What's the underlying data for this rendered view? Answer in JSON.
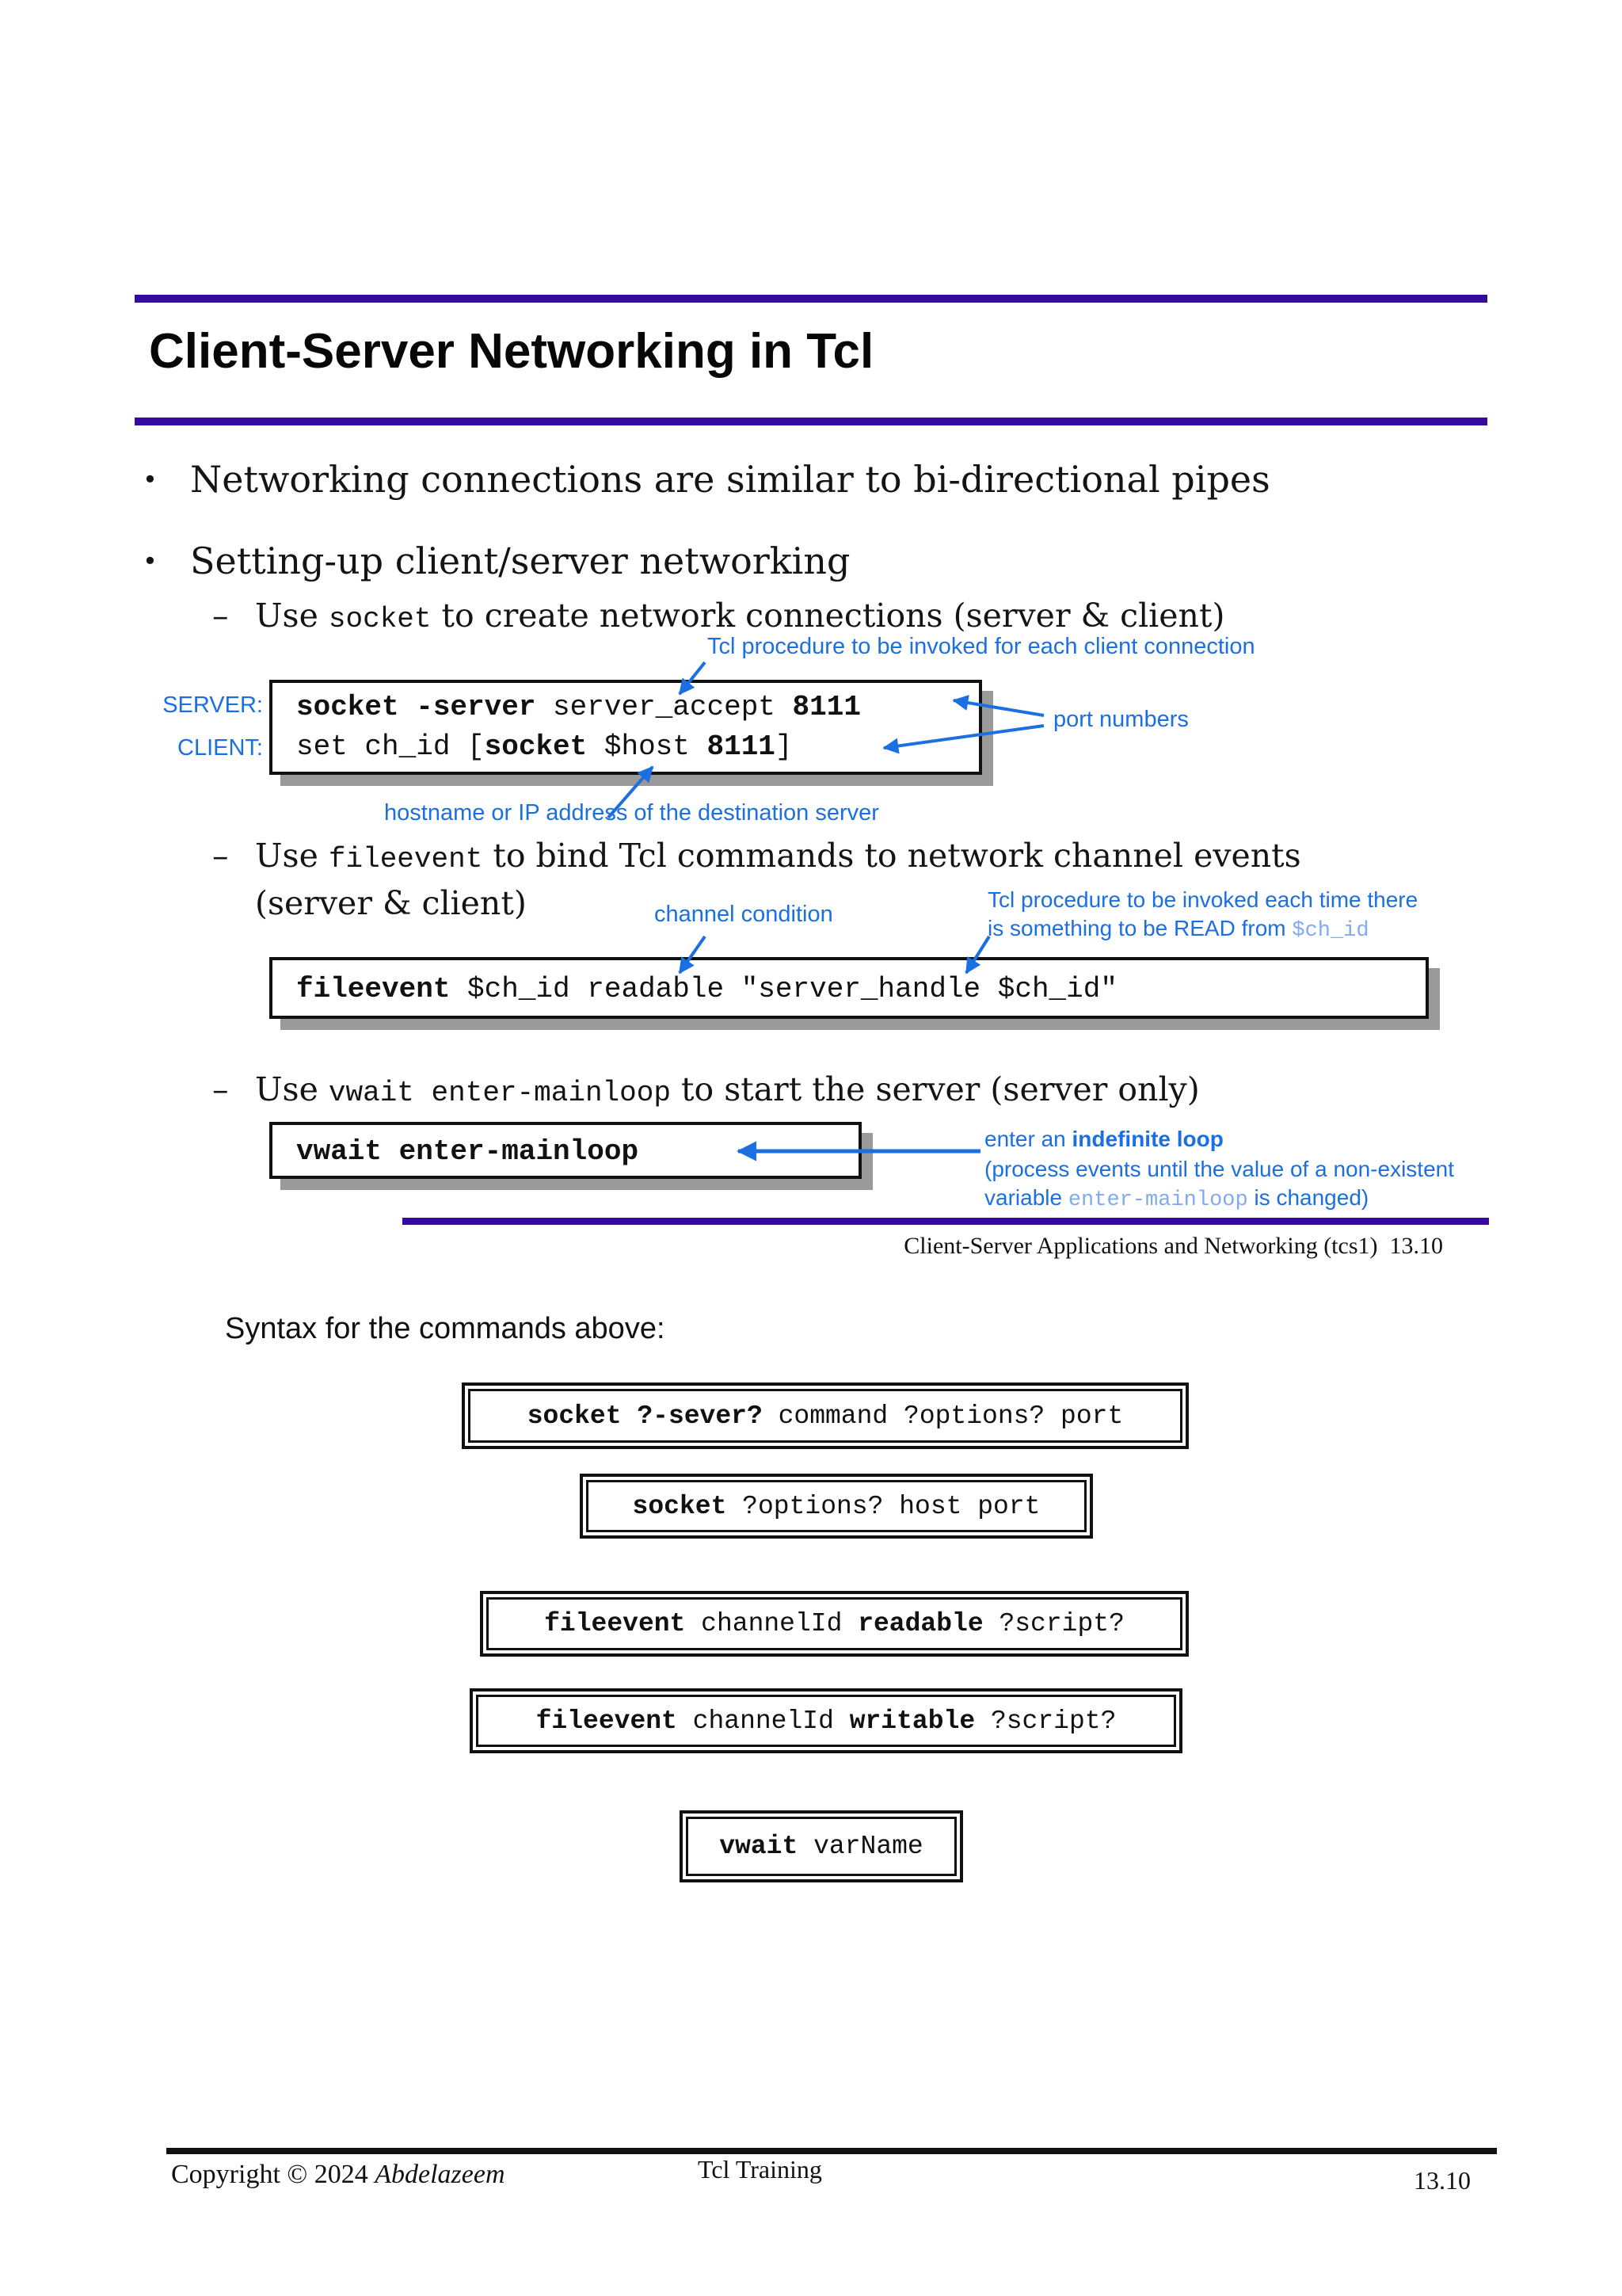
{
  "colors": {
    "accent_blue": "#1b6fe0",
    "light_blue_code": "#82aaf2",
    "purple_rule": "#38099e",
    "shadow_gray": "#9a9a9a"
  },
  "title": "Client-Server Networking in Tcl",
  "bullets": {
    "bullet_glyph": "•",
    "dash_glyph": "–",
    "b1": "Networking connections are similar to bi-directional pipes",
    "b2": "Setting-up client/server networking",
    "sub1": {
      "pre": "Use ",
      "code": "socket",
      "post": " to create network connections (server & client)"
    },
    "sub2": {
      "pre": "Use ",
      "code": "fileevent",
      "post": " to bind Tcl commands to network channel events",
      "line2": "(server & client)"
    },
    "sub3": {
      "pre": "Use ",
      "code": "vwait enter-mainloop",
      "post": " to start the server (server only)"
    }
  },
  "labels": {
    "server": "SERVER:",
    "client": "CLIENT:",
    "port_numbers": "port numbers",
    "ann_client_conn": "Tcl procedure to be invoked for each client connection",
    "ann_hostname": "hostname or IP address of the destination server",
    "ann_channel": "channel condition",
    "ann_read1": "Tcl procedure to be invoked each time there",
    "ann_read2_pre": "is something to be READ from ",
    "ann_read2_code": "$ch_id",
    "ann_loop1_pre": "enter an ",
    "ann_loop1_bold": "indefinite loop",
    "ann_loop2": "(process events until the value of a non-existent",
    "ann_loop3_pre": "variable ",
    "ann_loop3_code": "enter-mainloop",
    "ann_loop3_post": " is changed)"
  },
  "code": {
    "box1": {
      "l1": [
        {
          "t": "socket -server"
        },
        {
          "t": " server_accept "
        },
        {
          "t": "8111"
        }
      ],
      "l2": [
        {
          "t": "set ch_id ["
        },
        {
          "t": "socket"
        },
        {
          "t": " $host "
        },
        {
          "t": "8111"
        },
        {
          "t": "]"
        }
      ]
    },
    "box2": [
      {
        "t": "fileevent"
      },
      {
        "t": " $ch_id readable \"server_handle $ch_id\""
      }
    ],
    "box3": [
      {
        "t": "vwait enter-mainloop"
      }
    ]
  },
  "slide_footer": "Client-Server Applications and Networking (tcs1)  13.10",
  "syntax_heading": "Syntax for the commands above:",
  "syntax_boxes": {
    "s1": [
      {
        "t": "socket ?-sever?"
      },
      {
        "t": " command ?options? port"
      }
    ],
    "s2": [
      {
        "t": "socket"
      },
      {
        "t": " ?options? host port"
      }
    ],
    "s3": [
      {
        "t": "fileevent"
      },
      {
        "t": " channelId "
      },
      {
        "t": "readable"
      },
      {
        "t": " ?script?"
      }
    ],
    "s4": [
      {
        "t": "fileevent"
      },
      {
        "t": " channelId "
      },
      {
        "t": "writable"
      },
      {
        "t": " ?script?"
      }
    ],
    "s5": [
      {
        "t": "vwait"
      },
      {
        "t": " varName"
      }
    ]
  },
  "footer": {
    "copyright_pre": "Copyright © 2024 ",
    "author": "Abdelazeem",
    "center": "Tcl Training",
    "page": "13.10"
  }
}
